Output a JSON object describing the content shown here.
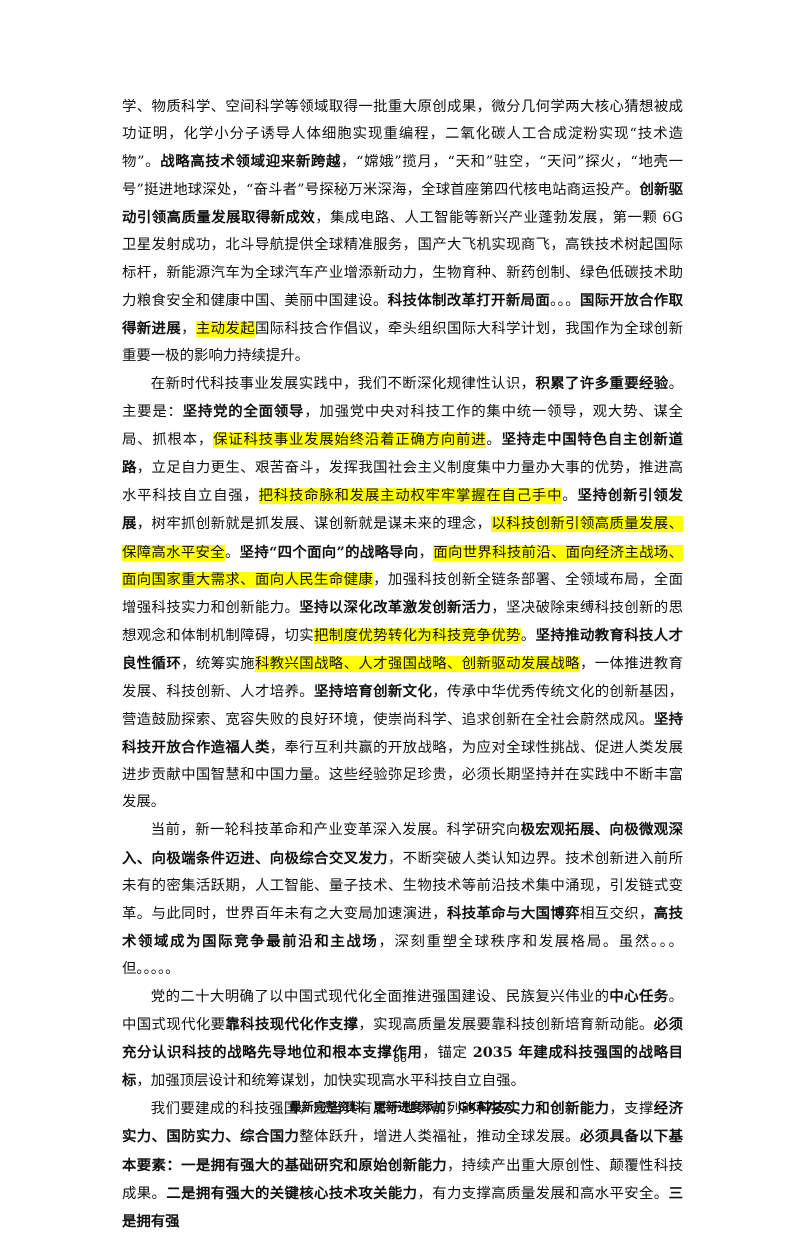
{
  "paragraphs": [
    {
      "indent": false,
      "runs": [
        {
          "t": "学、物质科学、空间科学等领域取得一批重大原创成果，微分几何学两大核心猜想被成功证明，化学小分子诱导人体细胞实现重编程，二氧化碳人工合成淀粉实现“技术造物”。"
        },
        {
          "t": "战略高技术领域迎来新跨越",
          "b": true
        },
        {
          "t": "，“嫦娥”揽月，“天和”驻空，“天问”探火，“地壳一号”挺进地球深处，“奋斗者”号探秘万米深海，全球首座第四代核电站商运投产。"
        },
        {
          "t": "创新驱动引领高质量发展取得新成效",
          "b": true
        },
        {
          "t": "，集成电路、人工智能等新兴产业蓬勃发展，第一颗 6G 卫星发射成功，北斗导航提供全球精准服务，国产大飞机实现商飞，高铁技术树起国际标杆，新能源汽车为全球汽车产业增添新动力，生物育种、新药创制、绿色低碳技术助力粮食安全和健康中国、美丽中国建设。"
        },
        {
          "t": "科技体制改革打开新局面",
          "b": true
        },
        {
          "t": "。。。"
        },
        {
          "t": "国际开放合作取得新进展",
          "b": true
        },
        {
          "t": "，"
        },
        {
          "t": "主动发起",
          "h": true
        },
        {
          "t": "国际科技合作倡议，牵头组织国际大科学计划，我国作为全球创新重要一极的影响力持续提升。"
        }
      ]
    },
    {
      "indent": true,
      "runs": [
        {
          "t": "在新时代科技事业发展实践中，我们不断深化规律性认识，"
        },
        {
          "t": "积累了许多重要经验",
          "b": true
        },
        {
          "t": "。主要是："
        },
        {
          "t": "坚持党的全面领导",
          "b": true
        },
        {
          "t": "，加强党中央对科技工作的集中统一领导，观大势、谋全局、抓根本，"
        },
        {
          "t": "保证科技事业发展始终沿着正确方向前进",
          "h": true
        },
        {
          "t": "。"
        },
        {
          "t": "坚持走中国特色自主创新道路",
          "b": true
        },
        {
          "t": "，立足自力更生、艰苦奋斗，发挥我国社会主义制度集中力量办大事的优势，推进高水平科技自立自强，"
        },
        {
          "t": "把科技命脉和发展主动权牢牢掌握在自己手中",
          "h": true
        },
        {
          "t": "。"
        },
        {
          "t": "坚持创新引领发展",
          "b": true
        },
        {
          "t": "，树牢抓创新就是抓发展、谋创新就是谋未来的理念，"
        },
        {
          "t": "以科技创新引领高质量发展、保障高水平安全",
          "h": true
        },
        {
          "t": "。"
        },
        {
          "t": "坚持“四个面向”的战略导向",
          "b": true
        },
        {
          "t": "，"
        },
        {
          "t": "面向世界科技前沿、面向经济主战场、面向国家重大需求、面向人民生命健康",
          "h": true
        },
        {
          "t": "，加强科技创新全链条部署、全领域布局，全面增强科技实力和创新能力。"
        },
        {
          "t": "坚持以深化改革激发创新活力",
          "b": true
        },
        {
          "t": "，坚决破除束缚科技创新的思想观念和体制机制障碍，切实"
        },
        {
          "t": "把制度优势转化为科技竞争优势",
          "h": true
        },
        {
          "t": "。"
        },
        {
          "t": "坚持推动教育科技人才良性循环",
          "b": true
        },
        {
          "t": "，统筹实施"
        },
        {
          "t": "科教兴国战略、人才强国战略、创新驱动发展战略",
          "h": true
        },
        {
          "t": "，一体推进教育发展、科技创新、人才培养。"
        },
        {
          "t": "坚持培育创新文化",
          "b": true
        },
        {
          "t": "，传承中华优秀传统文化的创新基因，营造鼓励探索、宽容失败的良好环境，使崇尚科学、追求创新在全社会蔚然成风。"
        },
        {
          "t": "坚持科技开放合作造福人类",
          "b": true
        },
        {
          "t": "，奉行互利共赢的开放战略，为应对全球性挑战、促进人类发展进步贡献中国智慧和中国力量。这些经验弥足珍贵，必须长期坚持并在实践中不断丰富发展。"
        }
      ]
    },
    {
      "indent": true,
      "runs": [
        {
          "t": "当前，新一轮科技革命和产业变革深入发展。科学研究向"
        },
        {
          "t": "极宏观拓展、向极微观深入、向极端条件迈进、向极综合交叉发力",
          "b": true
        },
        {
          "t": "，不断突破人类认知边界。技术创新进入前所未有的密集活跃期，人工智能、量子技术、生物技术等前沿技术集中涌现，引发链式变革。与此同时，世界百年未有之大变局加速演进，"
        },
        {
          "t": "科技革命与大国博弈",
          "b": true
        },
        {
          "t": "相互交织，"
        },
        {
          "t": "高技术领域成为国际竞争最前沿和主战场",
          "b": true
        },
        {
          "t": "，深刻重塑全球秩序和发展格局。虽然。。。但。。。。。"
        }
      ]
    },
    {
      "indent": true,
      "runs": [
        {
          "t": "党的二十大明确了以中国式现代化全面推进强国建设、民族复兴伟业的"
        },
        {
          "t": "中心任务",
          "b": true
        },
        {
          "t": "。中国式现代化要"
        },
        {
          "t": "靠科技现代化作支撑",
          "b": true
        },
        {
          "t": "，实现高质量发展要靠科技创新培育新动能。"
        },
        {
          "t": "必须充分认识科技的战略先导地位和根本支撑作用",
          "b": true
        },
        {
          "t": "，锚定 "
        },
        {
          "t": "2035 年建成科技强国的战略目标",
          "b": true
        },
        {
          "t": "，加强顶层设计和统筹谋划，加快实现高水平科技自立自强。"
        }
      ]
    },
    {
      "indent": true,
      "runs": [
        {
          "t": "我们要建成的科技强国，应当具有居于世界前列的"
        },
        {
          "t": "科技实力和创新能力",
          "b": true
        },
        {
          "t": "，支撑"
        },
        {
          "t": "经济实力、国防实力、综合国力",
          "b": true
        },
        {
          "t": "整体跃升，增进人类福祉，推动全球发展。"
        },
        {
          "t": "必须具备以下基本要素：一是拥有强大的基础研究和原始创新能力",
          "b": true
        },
        {
          "t": "，持续产出重大原创性、颠覆性科技成果。"
        },
        {
          "t": "二是拥有强大的关键核心技术攻关能力",
          "b": true
        },
        {
          "t": "，有力支撑高质量发展和高水平安全。"
        },
        {
          "t": "三是拥有强",
          "b": true
        }
      ]
    }
  ],
  "page_number": "88",
  "footer": "最新完整资料、更新进度添加：GK4727",
  "colors": {
    "highlight": "#ffff00",
    "text": "#111111"
  }
}
